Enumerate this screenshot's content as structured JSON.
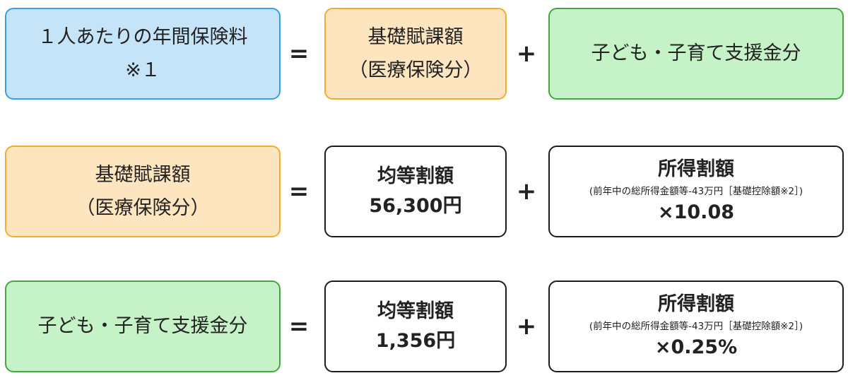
{
  "row1": {
    "total": {
      "line1": "１人あたりの年間保険料",
      "line2": "※１"
    },
    "equals": "=",
    "basic": {
      "line1": "基礎賦課額",
      "line2": "（医療保険分）"
    },
    "plus": "+",
    "child": {
      "label": "子ども・子育て支援金分"
    }
  },
  "row2": {
    "left": {
      "line1": "基礎賦課額",
      "line2": "（医療保険分）"
    },
    "equals": "=",
    "per_capita": {
      "title": "均等割額",
      "value": "56,300円"
    },
    "plus": "+",
    "income": {
      "title": "所得割額",
      "note": "(前年中の総所得金額等-43万円［基礎控除額※2］)",
      "rate": "×10.08"
    }
  },
  "row3": {
    "left": {
      "label": "子ども・子育て支援金分"
    },
    "equals": "=",
    "per_capita": {
      "title": "均等割額",
      "value": "1,356円"
    },
    "plus": "+",
    "income": {
      "title": "所得割額",
      "note": "(前年中の総所得金額等-43万円［基礎控除額※2］)",
      "rate": "×0.25%"
    }
  }
}
